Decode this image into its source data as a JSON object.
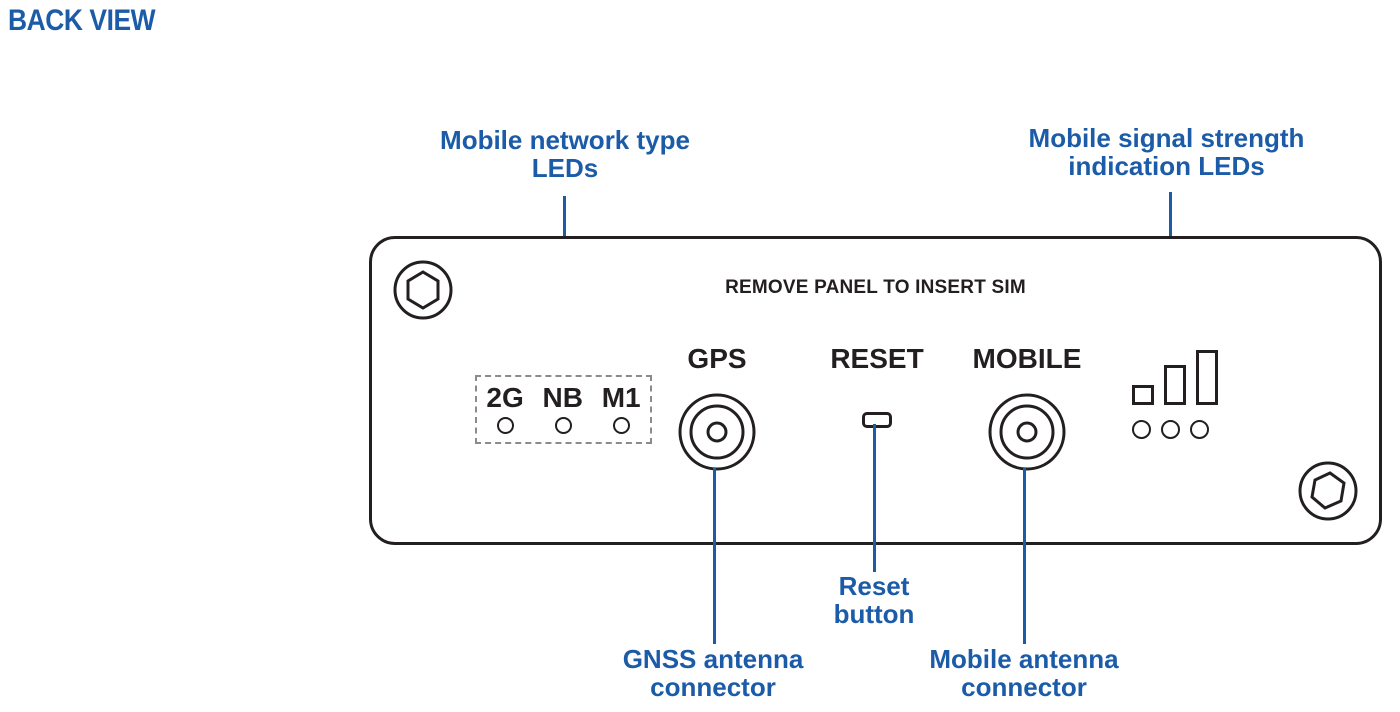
{
  "title": "BACK VIEW",
  "colors": {
    "accent_blue": "#1b5ba8",
    "outline_black": "#231f20",
    "dashed_grey": "#8b8b8b",
    "background": "#ffffff"
  },
  "panel": {
    "note": "REMOVE PANEL TO INSERT SIM",
    "screws": [
      {
        "name": "hex-screw-top-left"
      },
      {
        "name": "hex-screw-bottom-right"
      }
    ],
    "ports": [
      {
        "id": "gps",
        "label": "GPS",
        "type": "coax-connector"
      },
      {
        "id": "reset",
        "label": "RESET",
        "type": "push-button"
      },
      {
        "id": "mobile",
        "label": "MOBILE",
        "type": "coax-connector"
      }
    ],
    "network_type_leds": {
      "labels": [
        "2G",
        "NB",
        "M1"
      ],
      "led_count": 3
    },
    "signal_strength_leds": {
      "bar_count": 3,
      "led_count": 3
    }
  },
  "callouts": [
    {
      "id": "network-type-leds",
      "text": "Mobile network type\nLEDs"
    },
    {
      "id": "signal-strength-leds",
      "text": "Mobile signal strength\nindication LEDs"
    },
    {
      "id": "gnss-antenna-connector",
      "text": "GNSS  antenna\nconnector"
    },
    {
      "id": "reset-button",
      "text": "Reset\nbutton"
    },
    {
      "id": "mobile-antenna-connector",
      "text": "Mobile antenna\nconnector"
    }
  ]
}
